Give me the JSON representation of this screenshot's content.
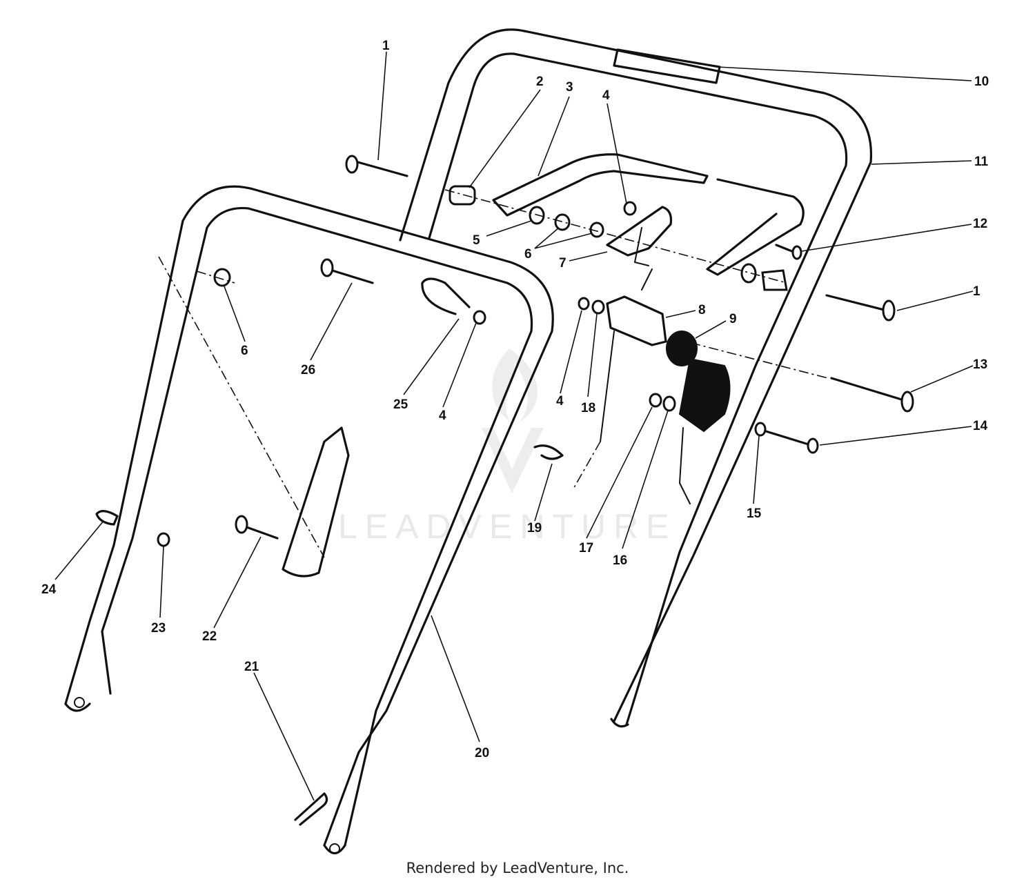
{
  "diagram": {
    "callouts": [
      {
        "id": "c1a",
        "label": "1"
      },
      {
        "id": "c1b",
        "label": "1"
      },
      {
        "id": "c2",
        "label": "2"
      },
      {
        "id": "c3",
        "label": "3"
      },
      {
        "id": "c4a",
        "label": "4"
      },
      {
        "id": "c4b",
        "label": "4"
      },
      {
        "id": "c4c",
        "label": "4"
      },
      {
        "id": "c5",
        "label": "5"
      },
      {
        "id": "c6a",
        "label": "6"
      },
      {
        "id": "c6b",
        "label": "6"
      },
      {
        "id": "c7",
        "label": "7"
      },
      {
        "id": "c8",
        "label": "8"
      },
      {
        "id": "c9",
        "label": "9"
      },
      {
        "id": "c10",
        "label": "10"
      },
      {
        "id": "c11",
        "label": "11"
      },
      {
        "id": "c12",
        "label": "12"
      },
      {
        "id": "c13",
        "label": "13"
      },
      {
        "id": "c14",
        "label": "14"
      },
      {
        "id": "c15",
        "label": "15"
      },
      {
        "id": "c16",
        "label": "16"
      },
      {
        "id": "c17",
        "label": "17"
      },
      {
        "id": "c18",
        "label": "18"
      },
      {
        "id": "c19",
        "label": "19"
      },
      {
        "id": "c20",
        "label": "20"
      },
      {
        "id": "c21",
        "label": "21"
      },
      {
        "id": "c22",
        "label": "22"
      },
      {
        "id": "c23",
        "label": "23"
      },
      {
        "id": "c24",
        "label": "24"
      },
      {
        "id": "c25",
        "label": "25"
      },
      {
        "id": "c26",
        "label": "26"
      }
    ],
    "watermark": "LEADVENTURE"
  },
  "footer": {
    "credit": "Rendered by LeadVenture, Inc."
  }
}
